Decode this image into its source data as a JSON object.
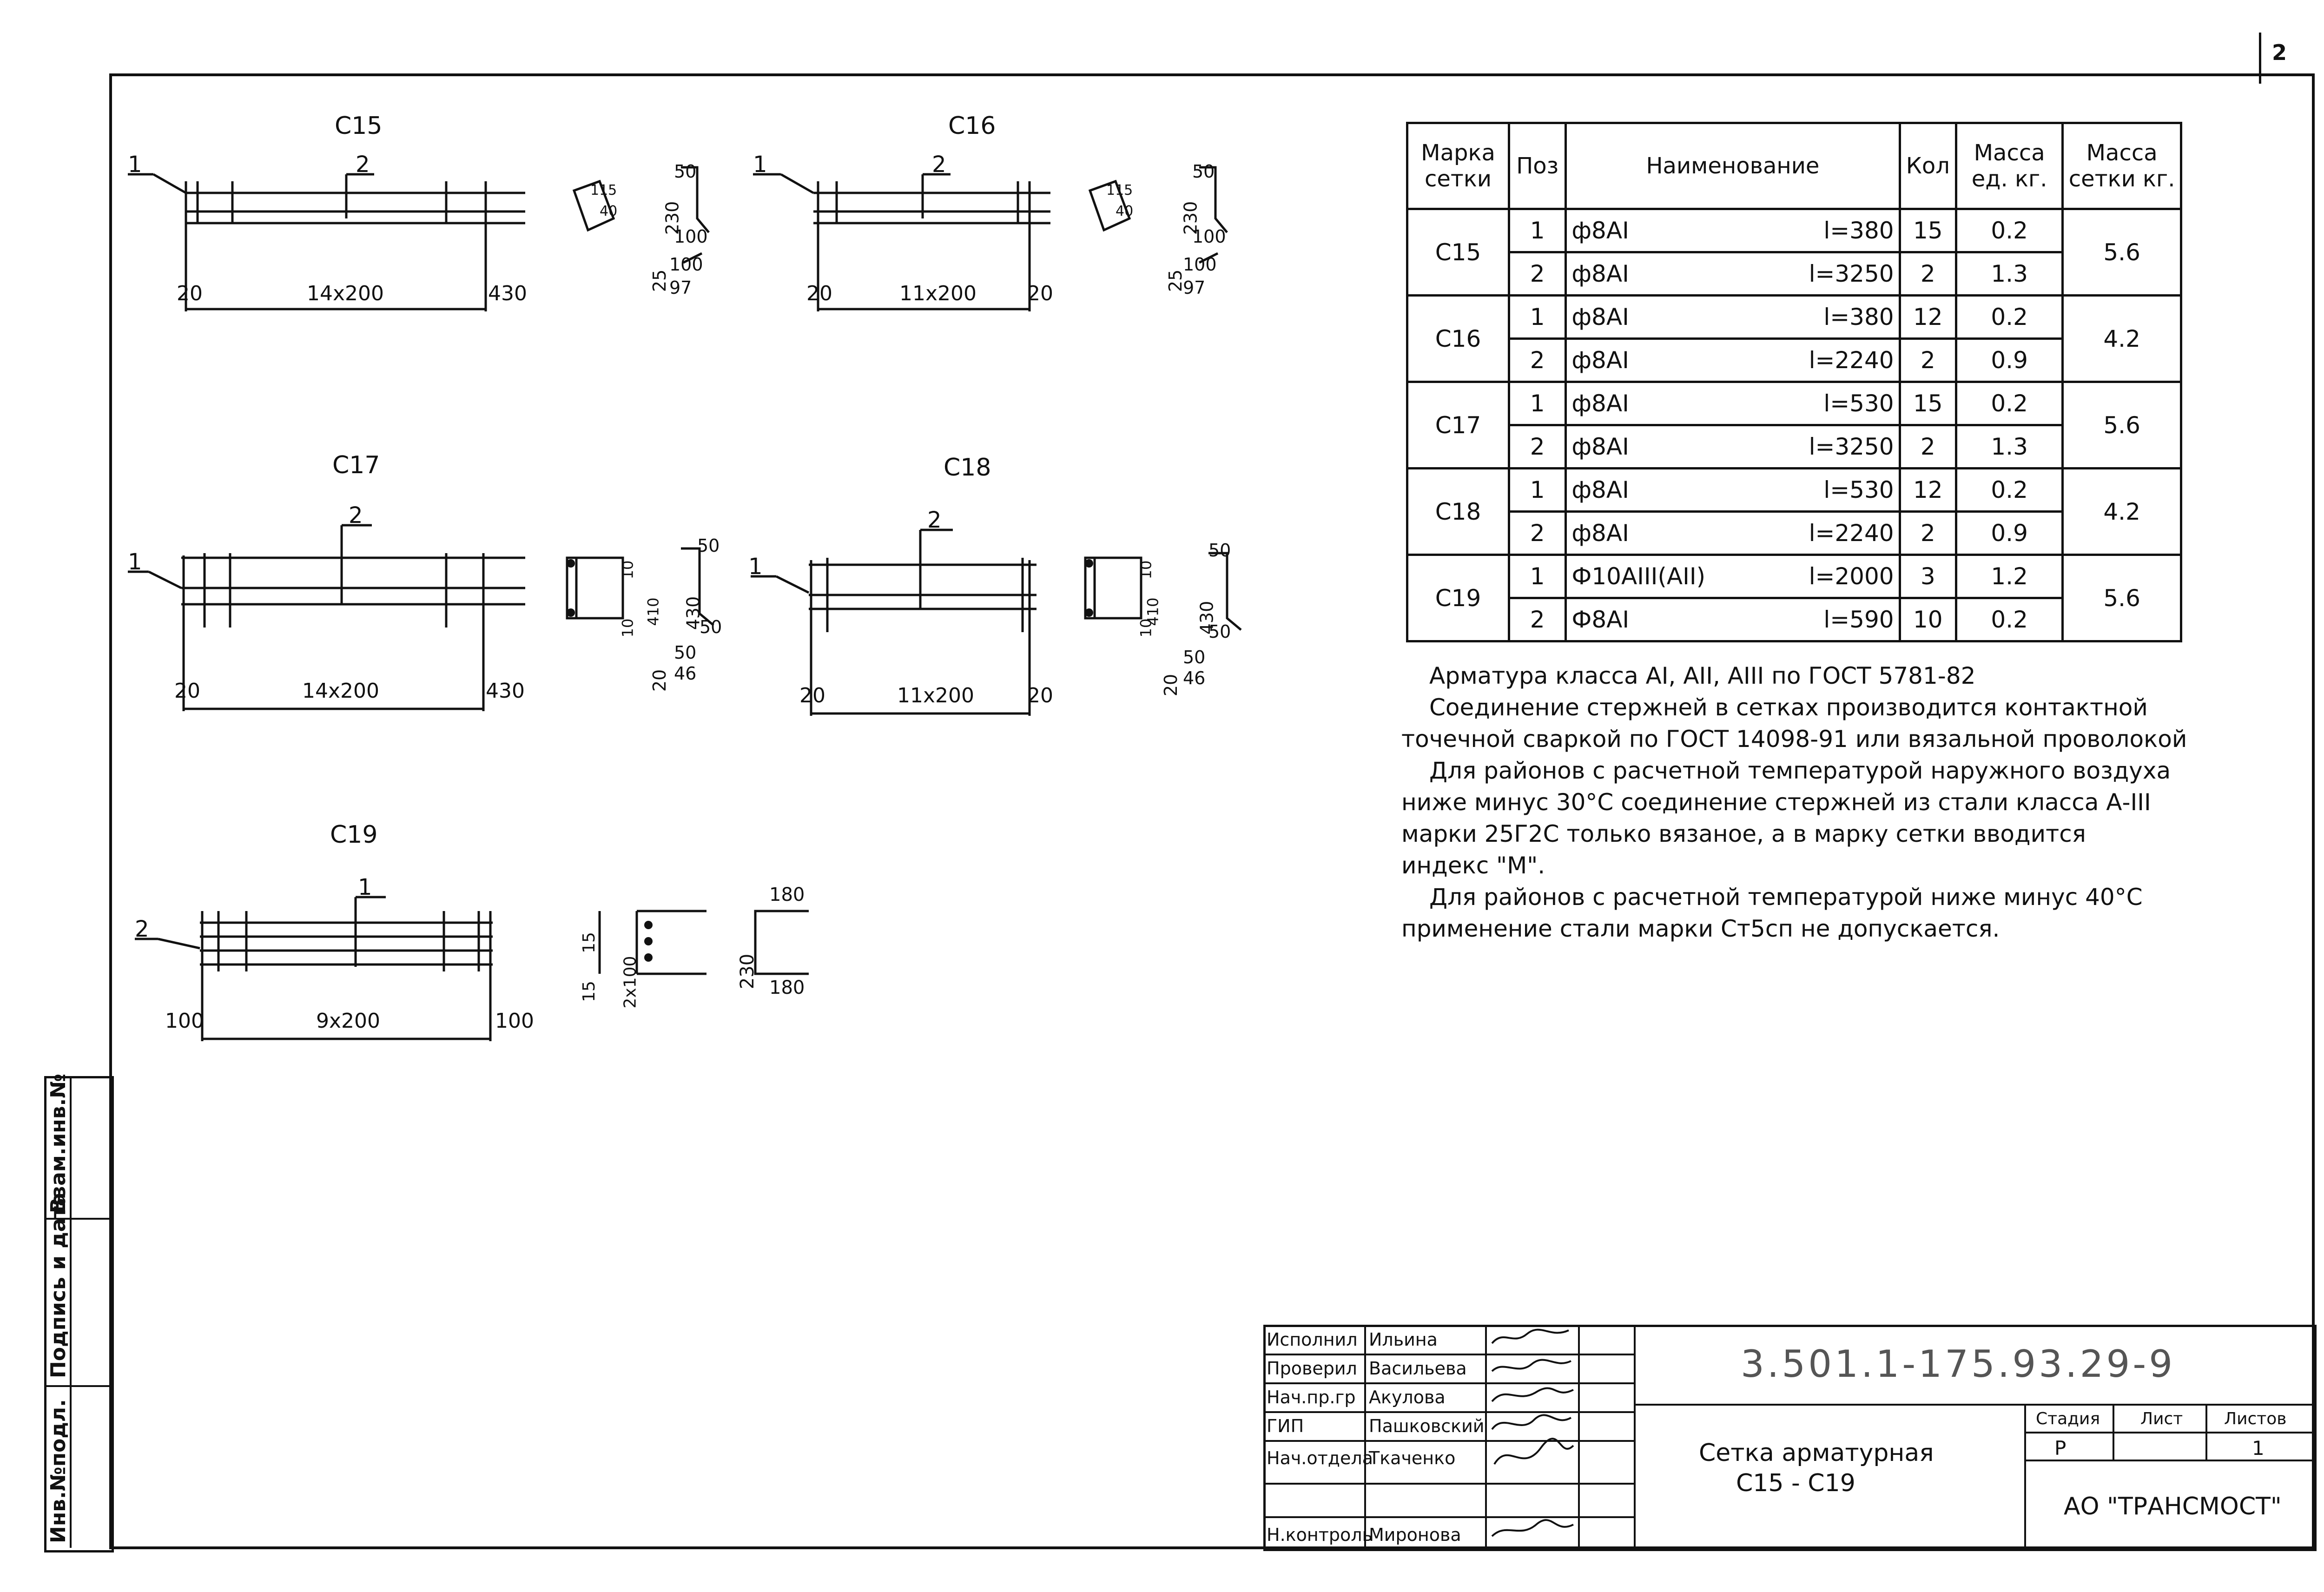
{
  "sheet_number": "2",
  "marks": {
    "c15": {
      "title": "С15",
      "pos1": "1",
      "pos2": "2",
      "left": "20",
      "span": "14х200",
      "right": "430",
      "s1": "115",
      "s2": "40",
      "s3": "50",
      "s4": "230",
      "s5": "100",
      "s6": "25",
      "s7": "100",
      "s8": "97"
    },
    "c16": {
      "title": "С16",
      "pos1": "1",
      "pos2": "2",
      "left": "20",
      "span": "11х200",
      "right": "20",
      "s1": "115",
      "s2": "40",
      "s3": "50",
      "s4": "230",
      "s5": "100",
      "s6": "25",
      "s7": "100",
      "s8": "97"
    },
    "c17": {
      "title": "С17",
      "pos1": "1",
      "pos2": "2",
      "left": "20",
      "span": "14х200",
      "right": "430",
      "s1": "10",
      "s2": "410",
      "s3": "10",
      "s4": "50",
      "s5": "430",
      "s6": "50",
      "s7": "20",
      "s8": "50",
      "s9": "46"
    },
    "c18": {
      "title": "С18",
      "pos1": "1",
      "pos2": "2",
      "left": "20",
      "span": "11х200",
      "right": "20",
      "s1": "10",
      "s2": "410",
      "s3": "10",
      "s4": "50",
      "s5": "430",
      "s6": "50",
      "s7": "20",
      "s8": "50",
      "s9": "46"
    },
    "c19": {
      "title": "С19",
      "pos1": "1",
      "pos2": "2",
      "left": "100",
      "span": "9х200",
      "right": "100",
      "s1": "15",
      "s2": "2х100",
      "s3": "15",
      "s4": "180",
      "s5": "230",
      "s6": "180"
    }
  },
  "table": {
    "headers": [
      "Марка сетки",
      "Поз",
      "Наименование",
      "Кол",
      "Масса ед. кг.",
      "Масса сетки кг."
    ],
    "groups": [
      {
        "mark": "С15",
        "mass": "5.6",
        "rows": [
          {
            "pos": "1",
            "name": "ф8АI",
            "len": "l=380",
            "qty": "15",
            "unit": "0.2"
          },
          {
            "pos": "2",
            "name": "ф8АI",
            "len": "l=3250",
            "qty": "2",
            "unit": "1.3"
          }
        ]
      },
      {
        "mark": "С16",
        "mass": "4.2",
        "rows": [
          {
            "pos": "1",
            "name": "ф8АI",
            "len": "l=380",
            "qty": "12",
            "unit": "0.2"
          },
          {
            "pos": "2",
            "name": "ф8АI",
            "len": "l=2240",
            "qty": "2",
            "unit": "0.9"
          }
        ]
      },
      {
        "mark": "С17",
        "mass": "5.6",
        "rows": [
          {
            "pos": "1",
            "name": "ф8АI",
            "len": "l=530",
            "qty": "15",
            "unit": "0.2"
          },
          {
            "pos": "2",
            "name": "ф8АI",
            "len": "l=3250",
            "qty": "2",
            "unit": "1.3"
          }
        ]
      },
      {
        "mark": "С18",
        "mass": "4.2",
        "rows": [
          {
            "pos": "1",
            "name": "ф8АI",
            "len": "l=530",
            "qty": "12",
            "unit": "0.2"
          },
          {
            "pos": "2",
            "name": "ф8АI",
            "len": "l=2240",
            "qty": "2",
            "unit": "0.9"
          }
        ]
      },
      {
        "mark": "С19",
        "mass": "5.6",
        "rows": [
          {
            "pos": "1",
            "name": "Ф10АIII(АII)",
            "len": "l=2000",
            "qty": "3",
            "unit": "1.2"
          },
          {
            "pos": "2",
            "name": "Ф8АI",
            "len": "l=590",
            "qty": "10",
            "unit": "0.2"
          }
        ]
      }
    ]
  },
  "notes": [
    "Арматура класса АI, АII, АIII   по ГОСТ 5781-82",
    "Соединение стержней в сетках производится контактной",
    "точечной сваркой по ГОСТ 14098-91 или вязальной проволокой",
    "Для районов с расчетной температурой наружного воздуха",
    "ниже минус 30°С соединение стержней из стали класса А-III",
    "марки 25Г2С только вязаное, а в марку сетки вводится",
    "индекс \"М\".",
    "Для районов с расчетной температурой ниже минус 40°С",
    "применение стали марки Ст5сп не допускается."
  ],
  "side_stamp": {
    "inv_podl": "Инв.№подл.",
    "podpis": "Подпись и дата",
    "vzam": "Взам.инв.№"
  },
  "title_block": {
    "doc_code": "3.501.1-175.93.29-9",
    "title_line1": "Сетка арматурная",
    "title_line2": "С15 - С19",
    "stage_label": "Стадия",
    "sheet_label": "Лист",
    "sheets_label": "Листов",
    "stage": "Р",
    "sheet": "",
    "sheets": "1",
    "org": "АО \"ТРАНСМОСТ\"",
    "people": [
      {
        "role": "Исполнил",
        "name": "Ильина"
      },
      {
        "role": "Проверил",
        "name": "Васильева"
      },
      {
        "role": "Нач.пр.гр",
        "name": "Акулова"
      },
      {
        "role": "ГИП",
        "name": "Пашковский"
      },
      {
        "role": "Нач.отдела",
        "name": "Ткаченко"
      },
      {
        "role": "",
        "name": ""
      },
      {
        "role": "Н.контроль",
        "name": "Миронова"
      }
    ]
  }
}
